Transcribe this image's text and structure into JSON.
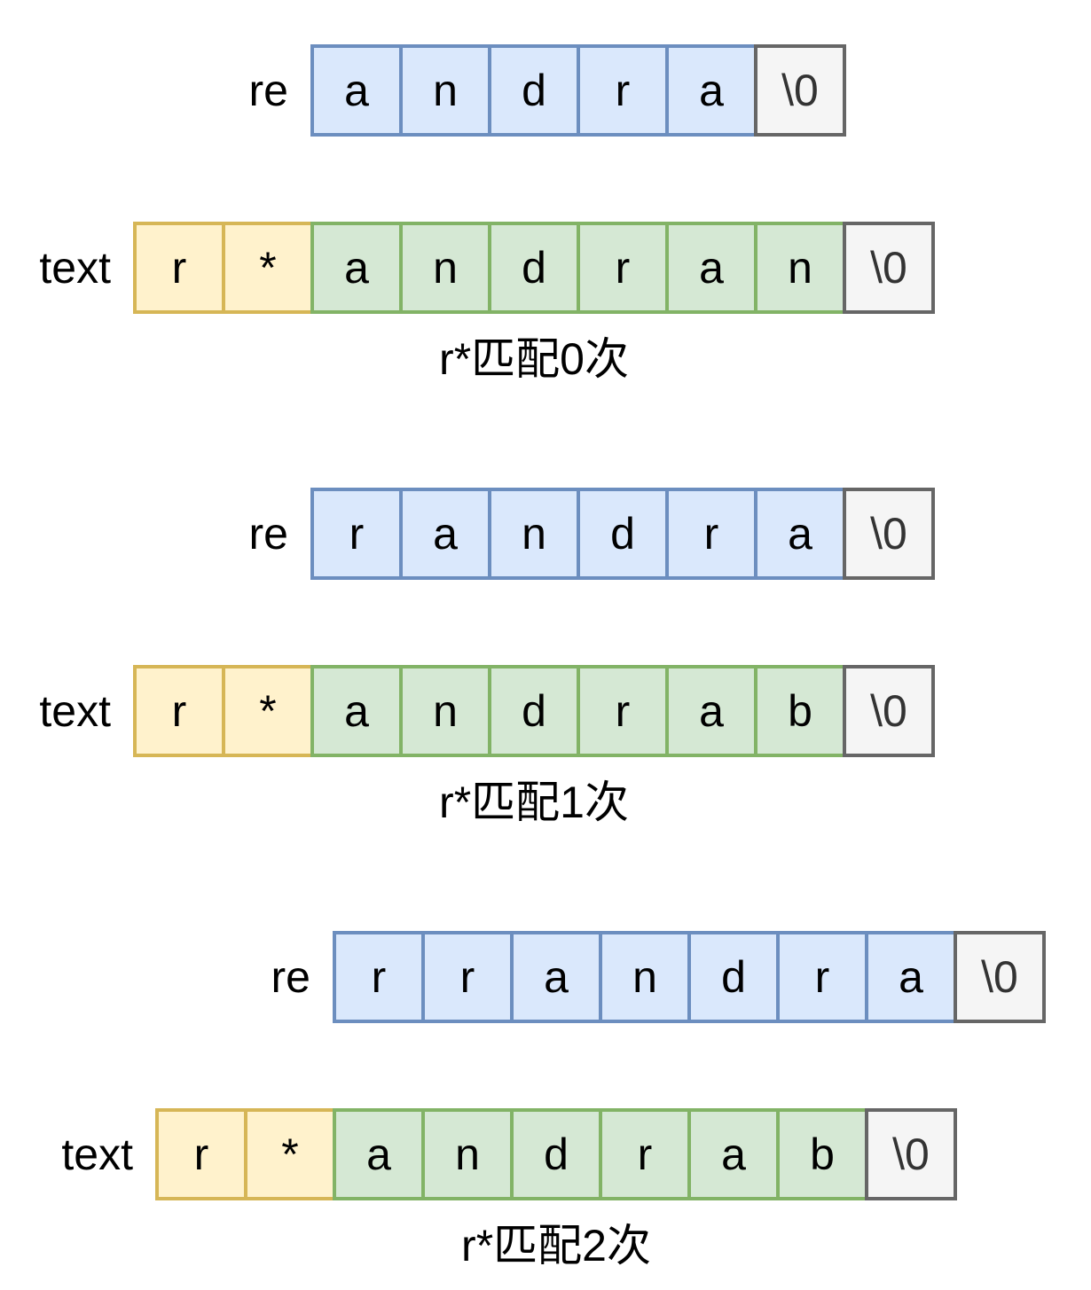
{
  "examples": [
    {
      "re_label": "re",
      "re_cells": [
        {
          "text": "a",
          "style": "blue"
        },
        {
          "text": "n",
          "style": "blue"
        },
        {
          "text": "d",
          "style": "blue"
        },
        {
          "text": "r",
          "style": "blue"
        },
        {
          "text": "a",
          "style": "blue"
        },
        {
          "text": "\\0",
          "style": "gray"
        }
      ],
      "text_label": "text",
      "text_cells": [
        {
          "text": "r",
          "style": "yellow"
        },
        {
          "text": "*",
          "style": "yellow"
        },
        {
          "text": "a",
          "style": "green"
        },
        {
          "text": "n",
          "style": "green"
        },
        {
          "text": "d",
          "style": "green"
        },
        {
          "text": "r",
          "style": "green"
        },
        {
          "text": "a",
          "style": "green"
        },
        {
          "text": "n",
          "style": "green"
        },
        {
          "text": "\\0",
          "style": "gray"
        }
      ],
      "caption": "r*匹配0次"
    },
    {
      "re_label": "re",
      "re_cells": [
        {
          "text": "r",
          "style": "blue"
        },
        {
          "text": "a",
          "style": "blue"
        },
        {
          "text": "n",
          "style": "blue"
        },
        {
          "text": "d",
          "style": "blue"
        },
        {
          "text": "r",
          "style": "blue"
        },
        {
          "text": "a",
          "style": "blue"
        },
        {
          "text": "\\0",
          "style": "gray"
        }
      ],
      "text_label": "text",
      "text_cells": [
        {
          "text": "r",
          "style": "yellow"
        },
        {
          "text": "*",
          "style": "yellow"
        },
        {
          "text": "a",
          "style": "green"
        },
        {
          "text": "n",
          "style": "green"
        },
        {
          "text": "d",
          "style": "green"
        },
        {
          "text": "r",
          "style": "green"
        },
        {
          "text": "a",
          "style": "green"
        },
        {
          "text": "b",
          "style": "green"
        },
        {
          "text": "\\0",
          "style": "gray"
        }
      ],
      "caption": "r*匹配1次"
    },
    {
      "re_label": "re",
      "re_cells": [
        {
          "text": "r",
          "style": "blue"
        },
        {
          "text": "r",
          "style": "blue"
        },
        {
          "text": "a",
          "style": "blue"
        },
        {
          "text": "n",
          "style": "blue"
        },
        {
          "text": "d",
          "style": "blue"
        },
        {
          "text": "r",
          "style": "blue"
        },
        {
          "text": "a",
          "style": "blue"
        },
        {
          "text": "\\0",
          "style": "gray"
        }
      ],
      "text_label": "text",
      "text_cells": [
        {
          "text": "r",
          "style": "yellow"
        },
        {
          "text": "*",
          "style": "yellow"
        },
        {
          "text": "a",
          "style": "green"
        },
        {
          "text": "n",
          "style": "green"
        },
        {
          "text": "d",
          "style": "green"
        },
        {
          "text": "r",
          "style": "green"
        },
        {
          "text": "a",
          "style": "green"
        },
        {
          "text": "b",
          "style": "green"
        },
        {
          "text": "\\0",
          "style": "gray"
        }
      ],
      "caption": "r*匹配2次"
    }
  ],
  "colors": {
    "blue_fill": "#dae8fc",
    "blue_stroke": "#6c8ebf",
    "green_fill": "#d5e8d4",
    "green_stroke": "#82b366",
    "yellow_fill": "#fff2cc",
    "yellow_stroke": "#d6b656",
    "gray_fill": "#f5f5f5",
    "gray_stroke": "#666666"
  }
}
